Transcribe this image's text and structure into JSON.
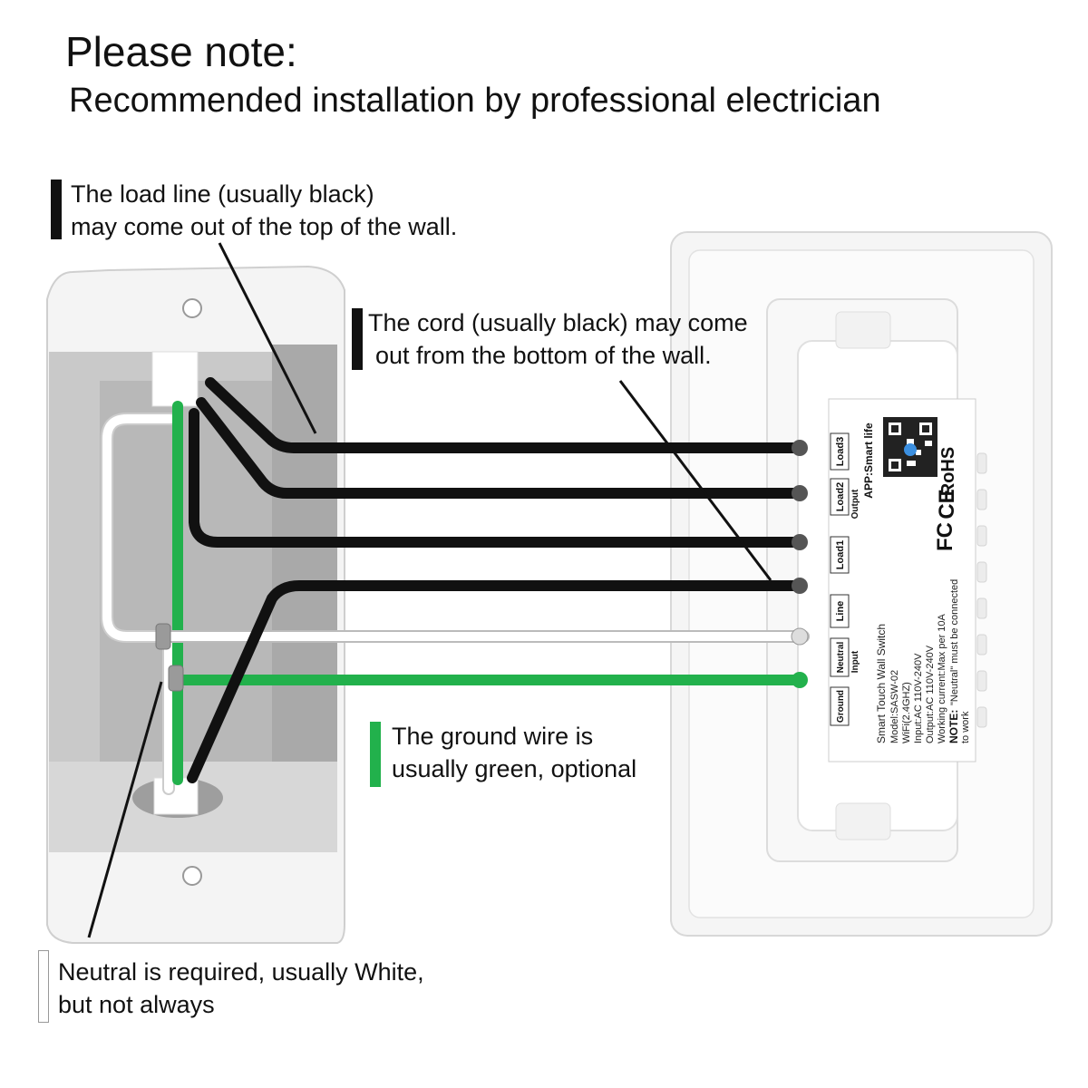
{
  "heading": {
    "line1": "Please note:",
    "line2": "Recommended installation by professional electrician"
  },
  "callouts": {
    "load_line": {
      "line1": "The load line (usually black)",
      "line2": "may come out of the top of the wall."
    },
    "cord": {
      "line1": "The cord (usually black) may come",
      "line2": "out from the bottom of the wall."
    },
    "ground": {
      "line1": "The ground wire is",
      "line2": "usually green, optional"
    },
    "neutral": {
      "line1": "Neutral is required, usually White,",
      "line2": "but not always"
    }
  },
  "switch_label": {
    "terminals": [
      "Load3",
      "Load2",
      "Load1",
      "Line",
      "Neutral",
      "Ground"
    ],
    "output_tag": "Output",
    "input_tag": "Input",
    "app": "APP:Smart life",
    "cert_rohs": "RoHS",
    "cert_ce": "CE",
    "cert_fc": "FC",
    "spec_lines": [
      "Smart Touch Wall Switch",
      "Model:SASW-02",
      "WiFi(2.4GHZ)",
      "Input:AC 110V-240V",
      "Output:AC 110V-240V",
      "Working current:Max per 10A"
    ],
    "note_label": "NOTE:",
    "note_text": "\"Neutral\" must be connected",
    "note_text2": "to work"
  },
  "colors": {
    "wire_black": "#111111",
    "wire_green": "#22b14c",
    "wire_white": "#ffffff",
    "box_grey": "#c9c9c9"
  }
}
